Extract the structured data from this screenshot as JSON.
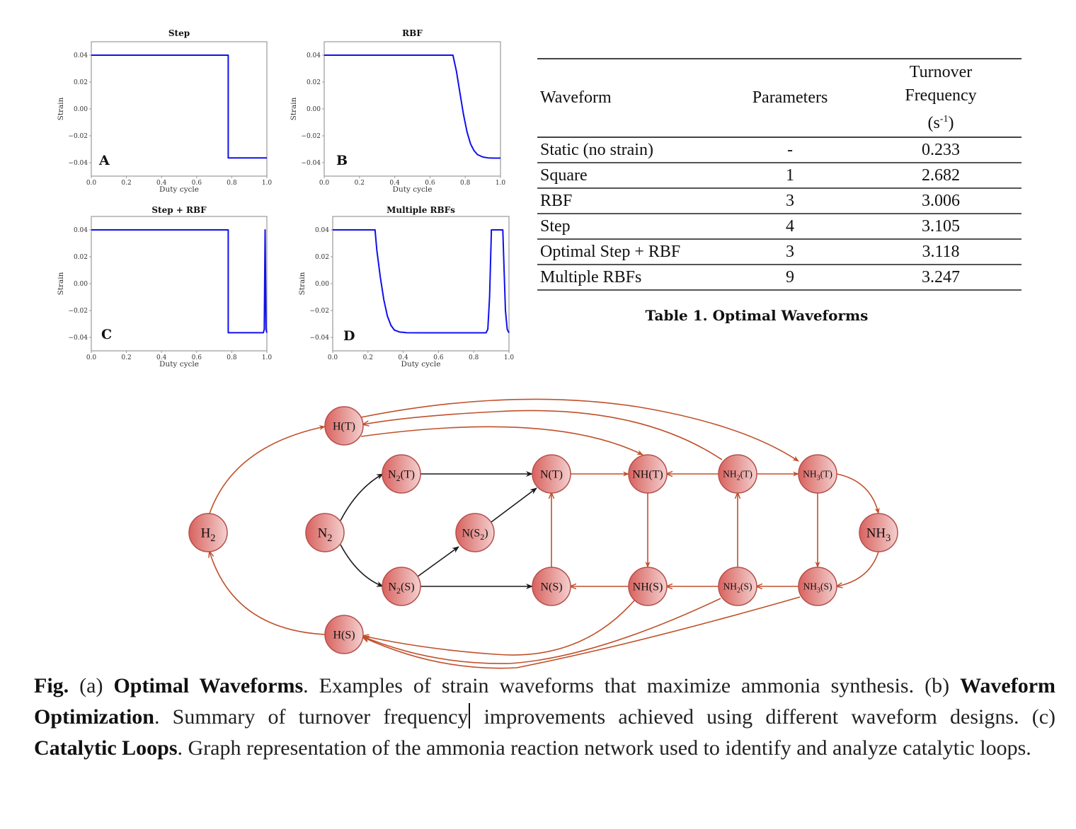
{
  "figure_a": {
    "chart_data": [
      {
        "type": "line",
        "title": "Step",
        "panel_letter": "A",
        "xlabel": "Duty cycle",
        "ylabel": "Strain",
        "xlim": [
          0.0,
          1.0
        ],
        "ylim": [
          -0.05,
          0.05
        ],
        "xticks": [
          "0.0",
          "0.2",
          "0.4",
          "0.6",
          "0.8",
          "1.0"
        ],
        "yticks": [
          "0.04",
          "0.02",
          "0.00",
          "−0.02",
          "−0.04"
        ],
        "ytick_values": [
          0.04,
          0.02,
          0.0,
          -0.02,
          -0.04
        ],
        "line_color": "#1010ee",
        "series": [
          {
            "name": "strain",
            "x": [
              0.0,
              0.78,
              0.78,
              1.0
            ],
            "y": [
              0.04,
              0.04,
              -0.0365,
              -0.0365
            ]
          }
        ]
      },
      {
        "type": "line",
        "title": "RBF",
        "panel_letter": "B",
        "xlabel": "Duty cycle",
        "ylabel": "Strain",
        "xlim": [
          0.0,
          1.0
        ],
        "ylim": [
          -0.05,
          0.05
        ],
        "xticks": [
          "0.0",
          "0.2",
          "0.4",
          "0.6",
          "0.8",
          "1.0"
        ],
        "yticks": [
          "0.04",
          "0.02",
          "0.00",
          "−0.02",
          "−0.04"
        ],
        "ytick_values": [
          0.04,
          0.02,
          0.0,
          -0.02,
          -0.04
        ],
        "line_color": "#1010ee",
        "series": [
          {
            "name": "strain",
            "x": [
              0.0,
              0.73,
              0.75,
              0.77,
              0.79,
              0.81,
              0.83,
              0.85,
              0.87,
              0.9,
              0.93,
              0.96,
              1.0
            ],
            "y": [
              0.04,
              0.04,
              0.028,
              0.012,
              -0.004,
              -0.017,
              -0.026,
              -0.031,
              -0.034,
              -0.0358,
              -0.0364,
              -0.0366,
              -0.0366
            ]
          }
        ]
      },
      {
        "type": "line",
        "title": "Step + RBF",
        "panel_letter": "C",
        "xlabel": "Duty cycle",
        "ylabel": "Strain",
        "xlim": [
          0.0,
          1.0
        ],
        "ylim": [
          -0.05,
          0.05
        ],
        "xticks": [
          "0.0",
          "0.2",
          "0.4",
          "0.6",
          "0.8",
          "1.0"
        ],
        "yticks": [
          "0.04",
          "0.02",
          "0.00",
          "−0.02",
          "−0.04"
        ],
        "ytick_values": [
          0.04,
          0.02,
          0.0,
          -0.02,
          -0.04
        ],
        "line_color": "#1010ee",
        "series": [
          {
            "name": "strain",
            "x": [
              0.0,
              0.78,
              0.78,
              0.98,
              0.985,
              0.99,
              0.995,
              1.0
            ],
            "y": [
              0.04,
              0.04,
              -0.0365,
              -0.0365,
              -0.034,
              0.04,
              -0.034,
              -0.0365
            ]
          }
        ]
      },
      {
        "type": "line",
        "title": "Multiple RBFs",
        "panel_letter": "D",
        "xlabel": "Duty cycle",
        "ylabel": "Strain",
        "xlim": [
          0.0,
          1.0
        ],
        "ylim": [
          -0.05,
          0.05
        ],
        "xticks": [
          "0.0",
          "0.2",
          "0.4",
          "0.6",
          "0.8",
          "1.0"
        ],
        "yticks": [
          "0.04",
          "0.02",
          "0.00",
          "−0.02",
          "−0.04"
        ],
        "ytick_values": [
          0.04,
          0.02,
          0.0,
          -0.02,
          -0.04
        ],
        "line_color": "#1010ee",
        "series": [
          {
            "name": "strain",
            "x": [
              0.0,
              0.24,
              0.25,
              0.27,
              0.29,
              0.31,
              0.33,
              0.35,
              0.38,
              0.42,
              0.5,
              0.87,
              0.88,
              0.89,
              0.9,
              0.9,
              0.965,
              0.97,
              0.98,
              0.99,
              1.0
            ],
            "y": [
              0.04,
              0.04,
              0.025,
              0.005,
              -0.012,
              -0.024,
              -0.031,
              -0.0345,
              -0.036,
              -0.0365,
              -0.0366,
              -0.0366,
              -0.034,
              -0.01,
              0.038,
              0.04,
              0.04,
              0.02,
              -0.02,
              -0.034,
              -0.0366
            ]
          }
        ]
      }
    ]
  },
  "table": {
    "headers": {
      "waveform": "Waveform",
      "parameters": "Parameters",
      "tof_line1": "Turnover",
      "tof_line2": "Frequency",
      "tof_unit_open": "(s",
      "tof_unit_exp": "-1",
      "tof_unit_close": ")"
    },
    "rows": [
      {
        "waveform": "Static (no strain)",
        "parameters": "-",
        "tof": "0.233"
      },
      {
        "waveform": "Square",
        "parameters": "1",
        "tof": "2.682"
      },
      {
        "waveform": "RBF",
        "parameters": "3",
        "tof": "3.006"
      },
      {
        "waveform": "Step",
        "parameters": "4",
        "tof": "3.105"
      },
      {
        "waveform": "Optimal Step + RBF",
        "parameters": "3",
        "tof": "3.118"
      },
      {
        "waveform": "Multiple RBFs",
        "parameters": "9",
        "tof": "3.247"
      }
    ],
    "caption": "Table 1. Optimal Waveforms"
  },
  "graph": {
    "colors": {
      "red_edge": "#c0502a",
      "black_edge": "#1a1a1a",
      "node_dark": "#d9625e",
      "node_light": "#f3d0cf",
      "node_stroke": "#b5504c"
    },
    "nodes": [
      {
        "id": "H2",
        "base": "H",
        "sub": "2",
        "rest": ""
      },
      {
        "id": "HT",
        "base": "H(T)",
        "sub": "",
        "rest": ""
      },
      {
        "id": "HS",
        "base": "H(S)",
        "sub": "",
        "rest": ""
      },
      {
        "id": "N2",
        "base": "N",
        "sub": "2",
        "rest": ""
      },
      {
        "id": "N2T",
        "base": "N",
        "sub": "2",
        "rest": "(T)"
      },
      {
        "id": "N2S",
        "base": "N",
        "sub": "2",
        "rest": "(S)"
      },
      {
        "id": "NS2",
        "base": "N(S",
        "sub": "2",
        "rest": ")"
      },
      {
        "id": "NT",
        "base": "N(T)",
        "sub": "",
        "rest": ""
      },
      {
        "id": "NS",
        "base": "N(S)",
        "sub": "",
        "rest": ""
      },
      {
        "id": "NHT",
        "base": "NH(T)",
        "sub": "",
        "rest": ""
      },
      {
        "id": "NHS",
        "base": "NH(S)",
        "sub": "",
        "rest": ""
      },
      {
        "id": "NH2T",
        "base": "NH",
        "sub": "2",
        "rest": "(T)"
      },
      {
        "id": "NH2S",
        "base": "NH",
        "sub": "2",
        "rest": "(S)"
      },
      {
        "id": "NH3T",
        "base": "NH",
        "sub": "3",
        "rest": "(T)"
      },
      {
        "id": "NH3S",
        "base": "NH",
        "sub": "3",
        "rest": "(S)"
      },
      {
        "id": "NH3",
        "base": "NH",
        "sub": "3",
        "rest": ""
      }
    ],
    "edges": [
      {
        "from": "N2",
        "to": "N2T",
        "color": "black"
      },
      {
        "from": "N2",
        "to": "N2S",
        "color": "black"
      },
      {
        "from": "N2T",
        "to": "NT",
        "color": "black"
      },
      {
        "from": "N2S",
        "to": "NS",
        "color": "black"
      },
      {
        "from": "N2S",
        "to": "NS2",
        "color": "black"
      },
      {
        "from": "NS2",
        "to": "NT",
        "color": "black"
      },
      {
        "from": "H2",
        "to": "HT",
        "color": "red"
      },
      {
        "from": "HS",
        "to": "H2",
        "color": "red"
      },
      {
        "from": "NS",
        "to": "NT",
        "color": "red"
      },
      {
        "from": "NT",
        "to": "NHT",
        "color": "red"
      },
      {
        "from": "NH2T",
        "to": "NHT",
        "color": "red"
      },
      {
        "from": "NH2T",
        "to": "NH3T",
        "color": "red"
      },
      {
        "from": "NHT",
        "to": "NHS",
        "color": "red"
      },
      {
        "from": "NH2S",
        "to": "NH2T",
        "color": "red"
      },
      {
        "from": "NH3T",
        "to": "NH3S",
        "color": "red"
      },
      {
        "from": "NH3T",
        "to": "NH3",
        "color": "red"
      },
      {
        "from": "NH3",
        "to": "NH3S",
        "color": "red"
      },
      {
        "from": "NHS",
        "to": "NS",
        "color": "red"
      },
      {
        "from": "NH2S",
        "to": "NHS",
        "color": "red"
      },
      {
        "from": "NH3S",
        "to": "NH2S",
        "color": "red"
      },
      {
        "from": "HT",
        "to": "NHT",
        "color": "red"
      },
      {
        "from": "NH2T",
        "to": "HT",
        "color": "red"
      },
      {
        "from": "HT",
        "to": "NH3T",
        "color": "red"
      },
      {
        "from": "NHS",
        "to": "HS",
        "color": "red"
      },
      {
        "from": "NH2S",
        "to": "HS",
        "color": "red"
      },
      {
        "from": "NH3S",
        "to": "HS",
        "color": "red"
      }
    ]
  },
  "caption": {
    "fig": "Fig.",
    "a_marker": "(a)",
    "a_title": "Optimal Waveforms",
    "a_text": ". Examples of strain waveforms that maximize ammonia synthesis.",
    "b_marker": "(b)",
    "b_title": "Waveform Optimization",
    "b_text_1": ". Summary of turnover frequency",
    "b_text_2": " improvements achieved using different waveform designs.",
    "c_marker": "(c)",
    "c_title": "Catalytic Loops",
    "c_text": ". Graph representation of the ammonia reaction network used to identify and analyze catalytic loops."
  }
}
